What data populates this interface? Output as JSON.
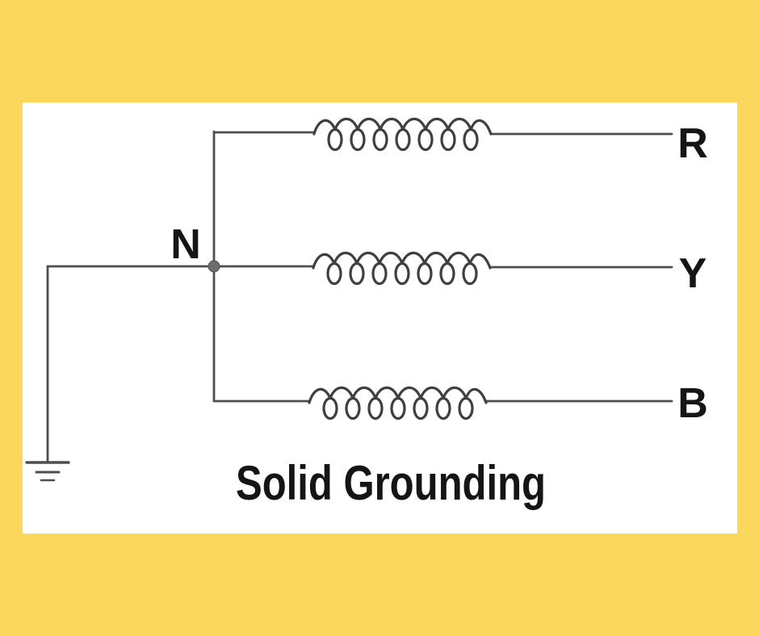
{
  "diagram": {
    "title": "Solid Grounding",
    "neutral_label": "N",
    "phases": [
      {
        "label": "R"
      },
      {
        "label": "Y"
      },
      {
        "label": "B"
      }
    ],
    "colors": {
      "background": "#FBD85C",
      "panel": "#FFFFFF",
      "line": "#4E4E4E",
      "text": "#151515"
    }
  }
}
